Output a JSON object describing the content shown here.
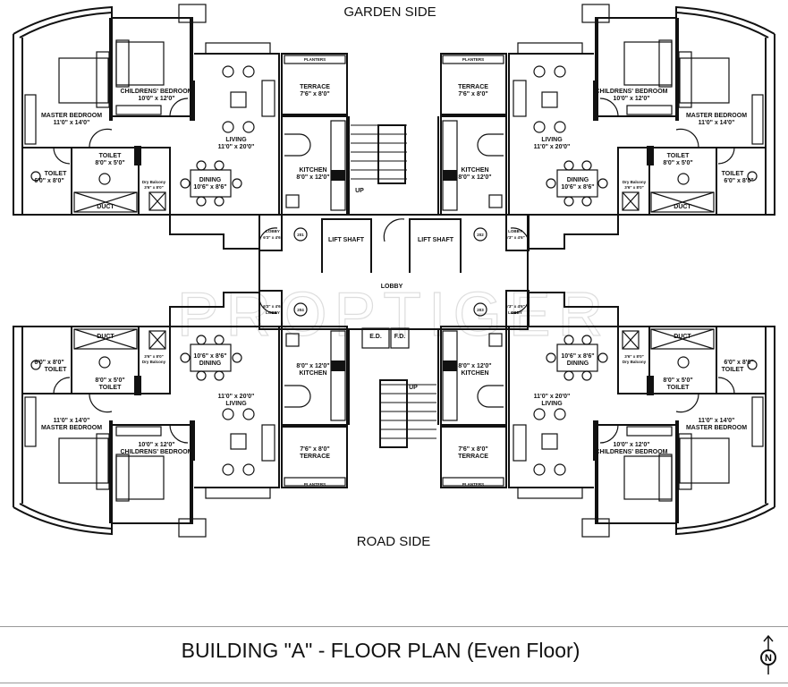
{
  "orientation": {
    "top": "GARDEN SIDE",
    "bottom": "ROAD SIDE"
  },
  "title": "BUILDING \"A\" - FLOOR PLAN (Even Floor)",
  "north_arrow": "N",
  "watermark": "PROPTIGER",
  "core": {
    "lift_shaft_left": "LIFT SHAFT",
    "lift_shaft_right": "LIFT SHAFT",
    "lobby": "LOBBY",
    "up_top": "UP",
    "up_bottom": "UP",
    "ed": "E.D.",
    "fd": "F.D."
  },
  "units": [
    {
      "number": "201",
      "master_bedroom": "MASTER BEDROOM",
      "master_bedroom_size": "11'0\" x 14'0\"",
      "childrens_bedroom": "CHILDRENS' BEDROOM",
      "childrens_bedroom_size": "10'0\" x 12'0\"",
      "living": "LIVING",
      "living_size": "11'0\" x 20'0\"",
      "dining": "DINING",
      "dining_size": "10'6\" x 8'6\"",
      "kitchen": "KITCHEN",
      "kitchen_size": "8'0\" x 12'0\"",
      "terrace": "TERRACE",
      "terrace_size": "7'6\" x 8'0\"",
      "planters": "PLANTERS",
      "toilet1": "TOILET",
      "toilet1_size": "6'0\" x 8'0\"",
      "toilet2": "TOILET",
      "toilet2_size": "8'0\" x 5'0\"",
      "dry_balcony": "Dry Balcony",
      "dry_balcony_size": "3'6\" x 8'0\"",
      "duct": "DUCT",
      "lobby": "LOBBY",
      "lobby_size": "6'3\" x 4'6\""
    },
    {
      "number": "202",
      "master_bedroom": "MASTER BEDROOM",
      "master_bedroom_size": "11'0\" x 14'0\"",
      "childrens_bedroom": "CHILDRENS' BEDROOM",
      "childrens_bedroom_size": "10'0\" x 12'0\"",
      "living": "LIVING",
      "living_size": "11'0\" x 20'0\"",
      "dining": "DINING",
      "dining_size": "10'6\" x 8'6\"",
      "kitchen": "KITCHEN",
      "kitchen_size": "8'0\" x 12'0\"",
      "terrace": "TERRACE",
      "terrace_size": "7'6\" x 8'0\"",
      "planters": "PLANTERS",
      "toilet1": "TOILET",
      "toilet1_size": "6'0\" x 8'0\"",
      "toilet2": "TOILET",
      "toilet2_size": "8'0\" x 5'0\"",
      "dry_balcony": "Dry Balcony",
      "dry_balcony_size": "3'6\" x 8'0\"",
      "duct": "DUCT",
      "lobby": "LOBBY",
      "lobby_size": "6'3\" x 4'6\""
    },
    {
      "number": "203",
      "master_bedroom": "MASTER BEDROOM",
      "master_bedroom_size": "11'0\" x 14'0\"",
      "childrens_bedroom": "CHILDRENS' BEDROOM",
      "childrens_bedroom_size": "10'0\" x 12'0\"",
      "living": "LIVING",
      "living_size": "11'0\" x 20'0\"",
      "dining": "DINING",
      "dining_size": "10'6\" x 8'6\"",
      "kitchen": "KITCHEN",
      "kitchen_size": "8'0\" x 12'0\"",
      "terrace": "TERRACE",
      "terrace_size": "7'6\" x 8'0\"",
      "planters": "PLANTERS",
      "toilet1": "TOILET",
      "toilet1_size": "6'0\" x 8'0\"",
      "toilet2": "TOILET",
      "toilet2_size": "8'0\" x 5'0\"",
      "dry_balcony": "Dry Balcony",
      "dry_balcony_size": "3'6\" x 8'0\"",
      "duct": "DUCT",
      "lobby": "LOBBY",
      "lobby_size": "6'3\" x 4'6\""
    },
    {
      "number": "204",
      "master_bedroom": "MASTER BEDROOM",
      "master_bedroom_size": "11'0\" x 14'0\"",
      "childrens_bedroom": "CHILDRENS' BEDROOM",
      "childrens_bedroom_size": "10'0\" x 12'0\"",
      "living": "LIVING",
      "living_size": "11'0\" x 20'0\"",
      "dining": "DINING",
      "dining_size": "10'6\" x 8'6\"",
      "kitchen": "KITCHEN",
      "kitchen_size": "8'0\" x 12'0\"",
      "terrace": "TERRACE",
      "terrace_size": "7'6\" x 8'0\"",
      "planters": "PLANTERS",
      "toilet1": "TOILET",
      "toilet1_size": "6'0\" x 8'0\"",
      "toilet2": "TOILET",
      "toilet2_size": "8'0\" x 5'0\"",
      "dry_balcony": "Dry Balcony",
      "dry_balcony_size": "3'6\" x 8'0\"",
      "duct": "DUCT",
      "lobby": "LOBBY",
      "lobby_size": "6'3\" x 4'6\""
    }
  ],
  "colors": {
    "lines": "#111111",
    "watermark": "#dddddd",
    "rule": "#999999"
  }
}
